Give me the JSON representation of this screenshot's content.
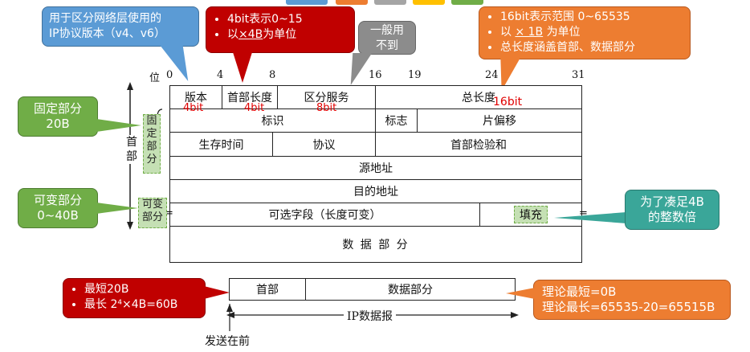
{
  "callouts": {
    "ip_version": [
      "用于区分网络层使用的",
      "IP协议版本（v4、v6）"
    ],
    "header_len": {
      "item1": "4bit表示0~15",
      "item2_prefix": "以",
      "item2_unit": "×4B",
      "item2_suffix": "为单位"
    },
    "unused": [
      "一般用",
      "不到"
    ],
    "total_len": {
      "item1": "16bit表示范围 0~65535",
      "item2_prefix": "以 ",
      "item2_unit": "× 1B",
      "item2_suffix": " 为单位",
      "item3": "总长度涵盖首部、数据部分"
    },
    "fixed": [
      "固定部分",
      "20B"
    ],
    "variable": [
      "可变部分",
      "0~40B"
    ],
    "padding": [
      "为了凑足4B",
      "的整数倍"
    ],
    "header_size": {
      "min": "最短20B",
      "max": "最长 2⁴×4B=60B"
    },
    "payload": [
      "理论最短=0B",
      "理论最长=65535-20=65515B"
    ]
  },
  "ruler": {
    "label": "位",
    "ticks": [
      "0",
      "4",
      "8",
      "16",
      "19",
      "24",
      "31"
    ]
  },
  "fields": {
    "version": "版本",
    "ihl": "首部长度",
    "tos": "区分服务",
    "total_length": "总长度",
    "identification": "标识",
    "flags": "标志",
    "fragment_offset": "片偏移",
    "ttl": "生存时间",
    "protocol": "协议",
    "checksum": "首部检验和",
    "src": "源地址",
    "dst": "目的地址",
    "options": "可选字段（长度可变）",
    "pad": "填充",
    "data": "数 据 部 分"
  },
  "bit_tags": {
    "version": "4bit",
    "ihl": "4bit",
    "tos": "8bit",
    "total_length": "16bit"
  },
  "side_labels": {
    "header": [
      "首",
      "部"
    ],
    "fixed": [
      "固",
      "定",
      "部",
      "分"
    ],
    "variable": [
      "可变",
      "部分"
    ]
  },
  "datagram": {
    "header": "首部",
    "data": "数据部分",
    "label": "IP数据报",
    "send_first": "发送在前"
  },
  "colors": {
    "blue": "#5b9bd5",
    "red": "#c00000",
    "gray": "#8c8c8c",
    "orange": "#ed7d31",
    "green": "#70ad47"
  }
}
